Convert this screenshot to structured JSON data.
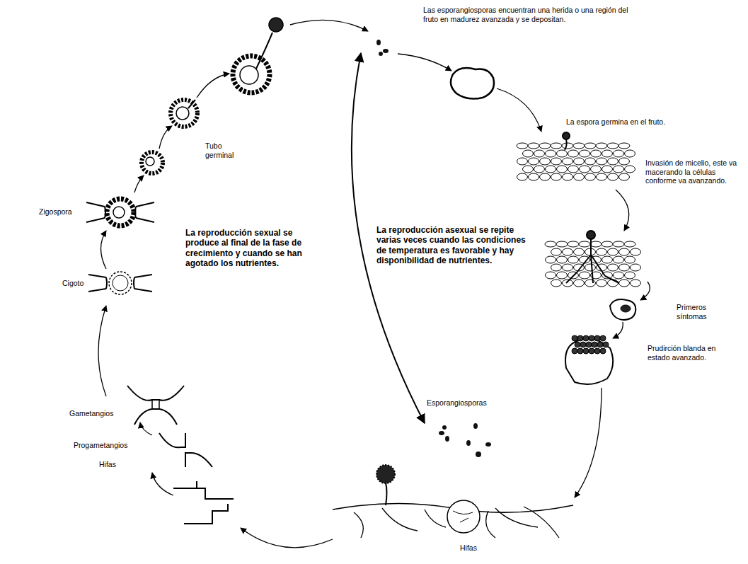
{
  "diagram": {
    "labels": [
      "Las esporangiosporas encuentran una herida o una región del fruto en madurez avanzada y se depositan.",
      "La espora germina en el fruto.",
      "Invasión de micelio, este va macerando la células conforme va avanzando.",
      "Primeros síntomas",
      "Prudirción blanda en estado avanzado.",
      "Hifas",
      "Esporangiosporas",
      "La reproducción asexual se repite varias veces cuando las condiciones de temperatura es favorable y hay disponibilidad de nutrientes.",
      "La reproducción sexual se produce al final de la fase de crecimiento y cuando se han agotado los nutrientes.",
      "Tubo germinal",
      "Zigospora",
      "Cigoto",
      "Gametangios",
      "Progametangios",
      "Hifas"
    ]
  }
}
